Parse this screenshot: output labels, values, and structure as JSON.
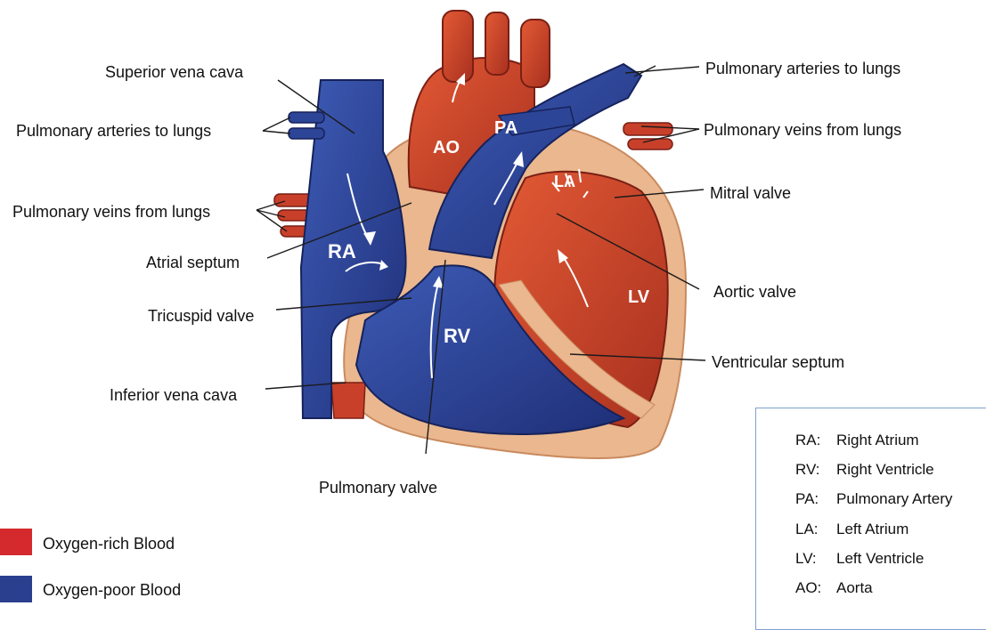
{
  "labels": {
    "superior_vena_cava": "Superior vena cava",
    "pulmonary_arteries_left": "Pulmonary arteries to lungs",
    "pulmonary_veins_left": "Pulmonary veins from lungs",
    "atrial_septum": "Atrial septum",
    "tricuspid_valve": "Tricuspid valve",
    "inferior_vena_cava": "Inferior vena cava",
    "pulmonary_valve": "Pulmonary valve",
    "pulmonary_arteries_right": "Pulmonary arteries to lungs",
    "pulmonary_veins_right": "Pulmonary veins from lungs",
    "mitral_valve": "Mitral valve",
    "aortic_valve": "Aortic valve",
    "ventricular_septum": "Ventricular septum"
  },
  "chambers": {
    "ra": "RA",
    "rv": "RV",
    "pa": "PA",
    "la": "LA",
    "lv": "LV",
    "ao": "AO"
  },
  "color_legend": [
    {
      "label": "Oxygen-rich Blood",
      "color": "#d42a2e"
    },
    {
      "label": "Oxygen-poor Blood",
      "color": "#2b3f8f"
    }
  ],
  "abbreviation_legend": [
    {
      "abbr": "RA:",
      "meaning": "Right Atrium"
    },
    {
      "abbr": "RV:",
      "meaning": "Right Ventricle"
    },
    {
      "abbr": "PA:",
      "meaning": "Pulmonary Artery"
    },
    {
      "abbr": "LA:",
      "meaning": "Left Atrium"
    },
    {
      "abbr": "LV:",
      "meaning": "Left Ventricle"
    },
    {
      "abbr": "AO:",
      "meaning": "Aorta"
    }
  ],
  "colors": {
    "oxygen_rich": "#c8402a",
    "oxygen_poor": "#2d4596",
    "tissue": "#e8b48a"
  }
}
